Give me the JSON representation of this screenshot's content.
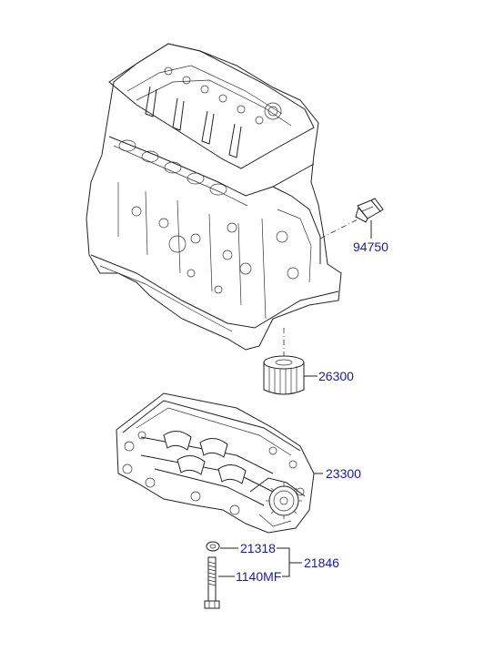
{
  "diagram": {
    "accent_label_color": "#1a1aa8",
    "line_color": "#222222",
    "parts": {
      "sensor": {
        "number": "94750",
        "icon": "oil-pressure-switch-icon"
      },
      "filter": {
        "number": "26300",
        "icon": "oil-filter-icon"
      },
      "pump": {
        "number": "23300",
        "icon": "oil-pump-assembly-icon"
      },
      "gasket": {
        "number": "21318",
        "icon": "washer-icon"
      },
      "bolt": {
        "number": "1140MF",
        "icon": "bolt-icon"
      },
      "kit": {
        "number": "21846"
      }
    },
    "engine": {
      "icon": "engine-block-icon"
    }
  }
}
